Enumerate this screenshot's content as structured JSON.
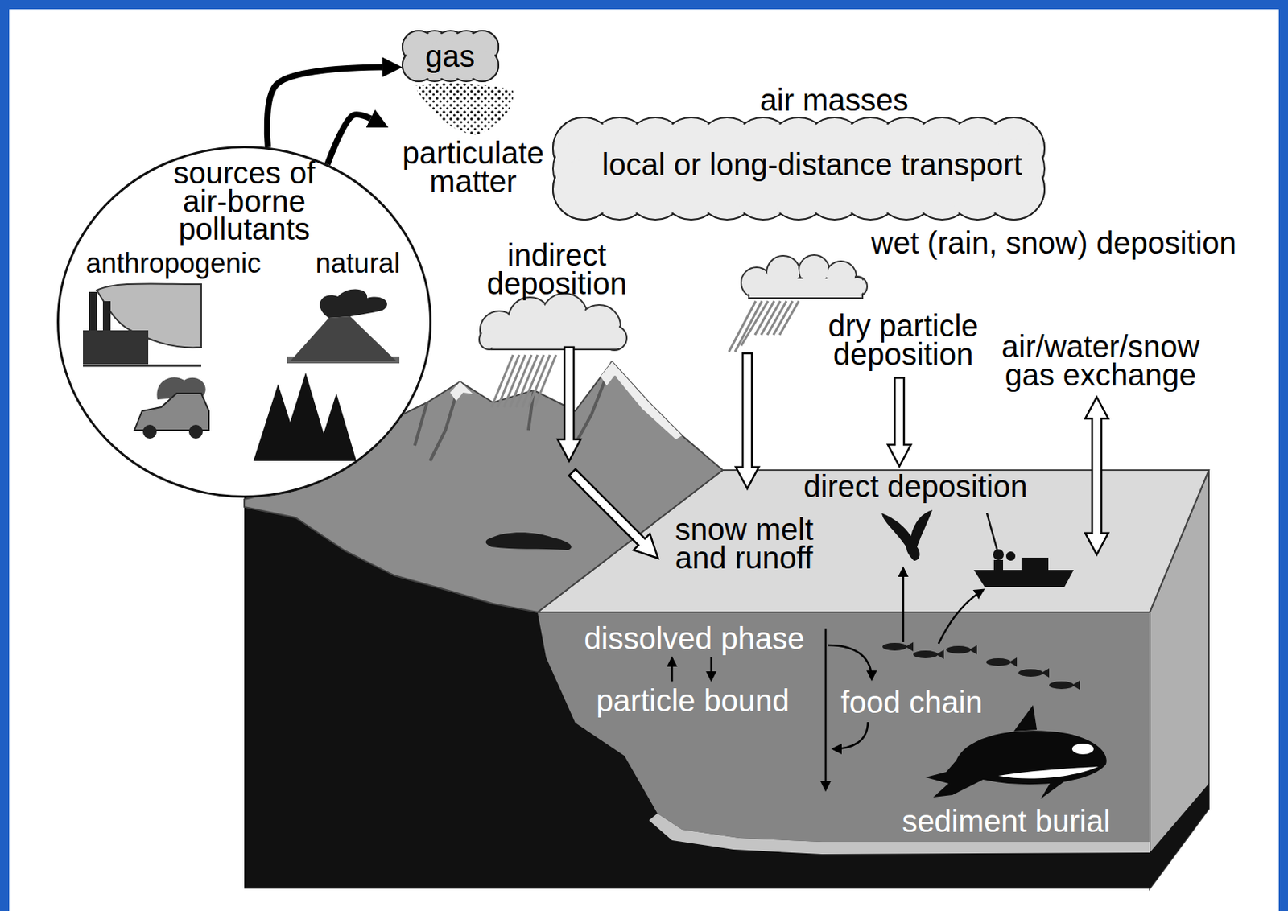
{
  "diagram": {
    "nodes": [
      {
        "text": [
          "gas"
        ]
      },
      {
        "text": [
          "air masses",
          "local or long-distance transport"
        ]
      },
      {
        "text": [
          "particulate matter"
        ]
      },
      {
        "text": [
          "sources of air-borne pollutants",
          "anthropogenic",
          "natural"
        ]
      }
    ],
    "edges": [
      {
        "from": 3,
        "to": 0,
        "arrow": "to"
      },
      {
        "from": 3,
        "to": 2,
        "arrow": "to"
      }
    ],
    "labels": [
      "indirect deposition",
      "wet (rain, snow) deposition",
      "dry particle deposition",
      "air/water/snow gas exchange",
      "direct deposition",
      "snow melt and runoff",
      "dissolved phase",
      "particle bound",
      "food chain",
      "sediment burial"
    ]
  }
}
